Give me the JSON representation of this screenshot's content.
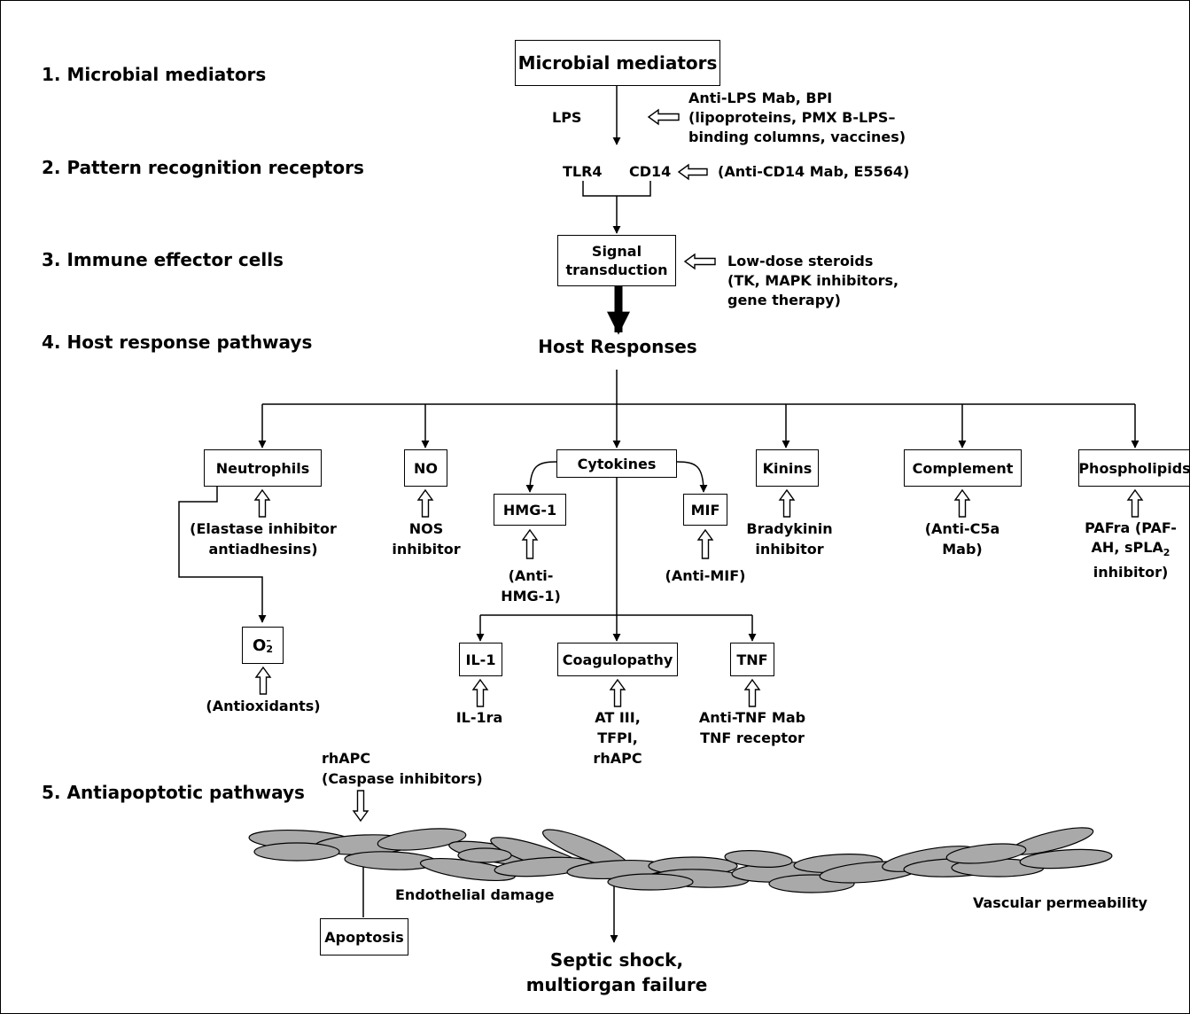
{
  "steps": [
    "1. Microbial mediators",
    "2. Pattern recognition receptors",
    "3. Immune effector cells",
    "4. Host response pathways",
    "5. Antiapoptotic pathways"
  ],
  "nodes": {
    "microbial_mediators": "Microbial mediators",
    "lps": "LPS",
    "tlr4": "TLR4",
    "cd14": "CD14",
    "signal_transduction": "Signal\ntransduction",
    "host_responses": "Host Responses",
    "neutrophils": "Neutrophils",
    "no": "NO",
    "cytokines": "Cytokines",
    "kinins": "Kinins",
    "complement": "Complement",
    "phospholipids": "Phospholipids",
    "hmg1": "HMG-1",
    "mif": "MIF",
    "o2_base": "O",
    "o2_sup": "–",
    "o2_sub": "2",
    "il1": "IL-1",
    "coagulopathy": "Coagulopathy",
    "tnf": "TNF",
    "apoptosis": "Apoptosis",
    "endothelial_damage": "Endothelial damage",
    "vascular_permeability": "Vascular permeability",
    "septic_shock": "Septic shock,\nmultiorgan failure"
  },
  "inhibitors": {
    "lps": "Anti-LPS Mab, BPI\n(lipoproteins, PMX B-LPS–\nbinding columns, vaccines)",
    "cd14": "(Anti-CD14 Mab, E5564)",
    "signal": "Low-dose steroids\n(TK, MAPK inhibitors,\ngene therapy)",
    "neutrophils": "(Elastase inhibitor\nantiadhesins)",
    "no": "NOS\ninhibitor",
    "hmg1": "(Anti-\nHMG-1)",
    "mif": "(Anti-MIF)",
    "kinins": "Bradykinin\ninhibitor",
    "complement": "(Anti-C5a\nMab)",
    "phospholipids_line1": "PAFra (PAF-",
    "phospholipids_line2": "AH, sPLA",
    "phospholipids_sub": "2",
    "phospholipids_line3": "inhibitor)",
    "o2": "(Antioxidants)",
    "il1": "IL-1ra",
    "coagulopathy": "AT III,\nTFPI,\nrhAPC",
    "tnf": "Anti-TNF Mab\nTNF receptor",
    "apoptosis": "rhAPC\n(Caspase inhibitors)"
  }
}
